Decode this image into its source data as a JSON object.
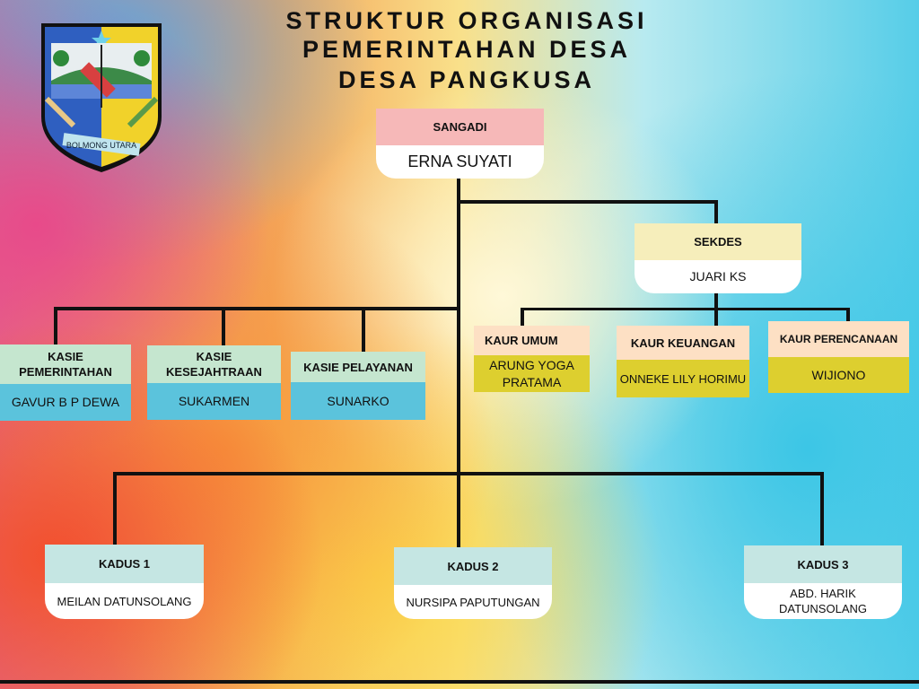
{
  "title_lines": [
    "STRUKTUR ORGANISASI",
    "PEMERINTAHAN DESA",
    "DESA PANGKUSA"
  ],
  "logo": {
    "text": "BOLMONG UTARA"
  },
  "sangadi": {
    "role": "SANGADI",
    "name": "ERNA SUYATI"
  },
  "sekdes": {
    "role": "SEKDES",
    "name": "JUARI KS"
  },
  "kasie": [
    {
      "role": "KASIE PEMERINTAHAN",
      "name": "GAVUR B P DEWA"
    },
    {
      "role": "KASIE KESEJAHTRAAN",
      "name": "SUKARMEN"
    },
    {
      "role": "KASIE PELAYANAN",
      "name": "SUNARKO"
    }
  ],
  "kaur": [
    {
      "role": "KAUR UMUM",
      "name": "ARUNG YOGA PRATAMA"
    },
    {
      "role": "KAUR KEUANGAN",
      "name": "ONNEKE LILY HORIMU"
    },
    {
      "role": "KAUR PERENCANAAN",
      "name": "WIJIONO"
    }
  ],
  "kadus": [
    {
      "role": "KADUS 1",
      "name": "MEILAN DATUNSOLANG"
    },
    {
      "role": "KADUS 2",
      "name": "NURSIPA PAPUTUNGAN"
    },
    {
      "role": "KADUS 3",
      "name": "ABD. HARIK DATUNSOLANG"
    }
  ],
  "colors": {
    "sangadi_header": "#f6b8b8",
    "sekdes_header": "#f6eebb",
    "kasie_header": "#c5e6cf",
    "kasie_body": "#5bc3dc",
    "kaur_header": "#fde0c4",
    "kaur_body": "#ddcf2f",
    "kadus_header": "#c5e6e3"
  }
}
